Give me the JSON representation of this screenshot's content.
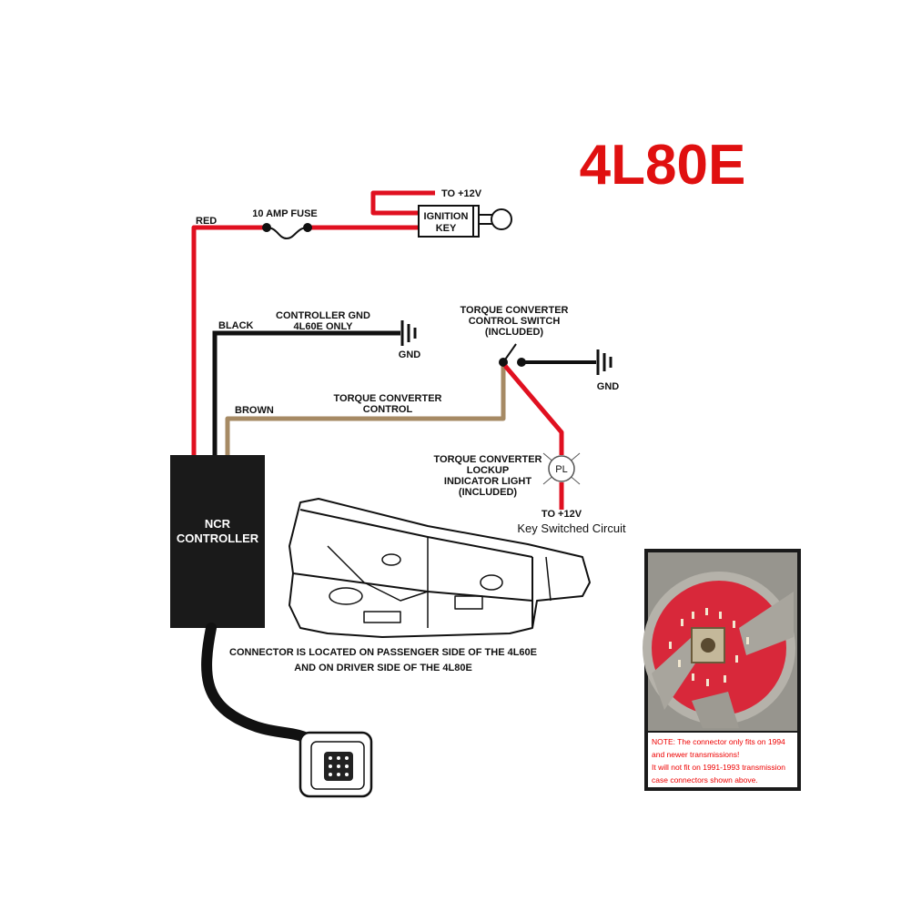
{
  "title": "4L80E",
  "labels": {
    "to_12v_top": "TO +12V",
    "ignition_key_line1": "IGNITION",
    "ignition_key_line2": "KEY",
    "fuse": "10 AMP FUSE",
    "red": "RED",
    "black": "BLACK",
    "controller_gnd_line1": "CONTROLLER GND",
    "controller_gnd_line2": "4L60E ONLY",
    "gnd1": "GND",
    "gnd2": "GND",
    "tcc_switch_line1": "TORQUE CONVERTER",
    "tcc_switch_line2": "CONTROL SWITCH",
    "tcc_switch_line3": "(INCLUDED)",
    "brown": "BROWN",
    "tc_control_line1": "TORQUE CONVERTER",
    "tc_control_line2": "CONTROL",
    "lockup_line1": "TORQUE CONVERTER",
    "lockup_line2": "LOCKUP",
    "lockup_line3": "INDICATOR LIGHT",
    "lockup_line4": "(INCLUDED)",
    "pl": "PL",
    "to_12v_bottom": "TO +12V",
    "key_switched": "Key Switched Circuit",
    "controller_line1": "NCR",
    "controller_line2": "CONTROLLER",
    "connector_note_line1": "CONNECTOR IS LOCATED ON PASSENGER SIDE OF THE 4L60E",
    "connector_note_line2": "AND ON DRIVER SIDE OF THE 4L80E"
  },
  "photo_note": {
    "line1": "NOTE: The connector only fits on 1994",
    "line2": "and newer transmissions!",
    "line3": "It will not fit on 1991-1993 transmission",
    "line4": "case connectors shown above."
  },
  "colors": {
    "title": "#e01010",
    "red_wire": "#e01020",
    "black_wire": "#111111",
    "brown_wire": "#a68a64",
    "controller": "#1a1a1a",
    "connector_face": "#d8283a",
    "note_text": "#e00000"
  }
}
